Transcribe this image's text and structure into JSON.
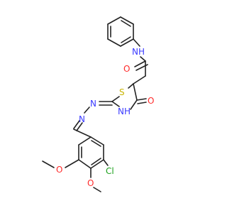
{
  "figure": {
    "type": "chemical-structure",
    "background": "#ffffff",
    "bond_color": "#222222"
  },
  "atoms": {
    "nh_amide": {
      "text": "NH",
      "color": "#3a3aff"
    },
    "o_amide": {
      "text": "O",
      "color": "#ff2a2a"
    },
    "s_ring": {
      "text": "S",
      "color": "#c8b400"
    },
    "o_ring": {
      "text": "O",
      "color": "#ff2a2a"
    },
    "nh_ring": {
      "text": "NH",
      "color": "#3a3aff"
    },
    "n_hydrazone_1": {
      "text": "N",
      "color": "#3a3aff"
    },
    "n_hydrazone_2": {
      "text": "N",
      "color": "#3a3aff"
    },
    "cl": {
      "text": "Cl",
      "color": "#1aa01a"
    },
    "o_methoxy_1": {
      "text": "O",
      "color": "#ff2a2a"
    },
    "o_methoxy_2": {
      "text": "O",
      "color": "#ff2a2a"
    }
  }
}
